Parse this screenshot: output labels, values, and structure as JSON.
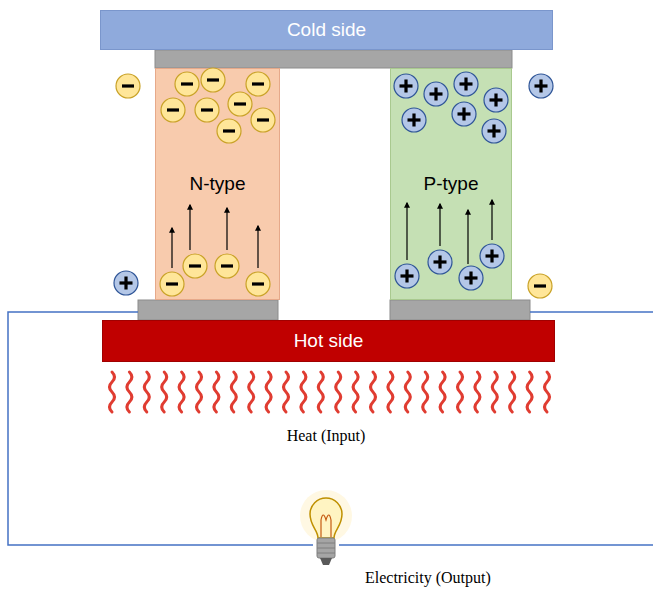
{
  "diagram": {
    "nodes": [
      {
        "text": [
          "Cold side"
        ]
      },
      {
        "text": [
          "N-type"
        ]
      },
      {
        "text": [
          "P-type"
        ]
      },
      {
        "text": [
          "Hot side"
        ]
      }
    ],
    "labels": [
      "Heat (Input)",
      "Electricity (Output)"
    ]
  }
}
